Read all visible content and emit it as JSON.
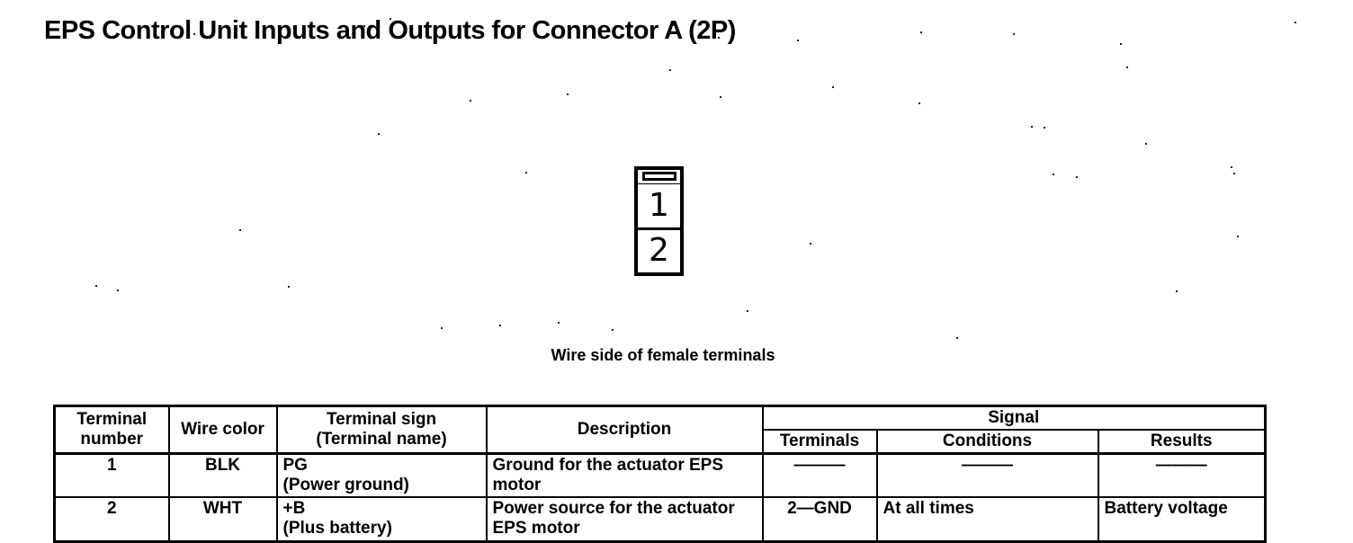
{
  "page": {
    "title": "EPS Control Unit Inputs and Outputs for Connector A (2P)"
  },
  "diagram": {
    "caption": "Wire side of female terminals",
    "connector": {
      "cavities": [
        "1",
        "2"
      ]
    }
  },
  "table": {
    "headers": {
      "terminal_number": "Terminal\nnumber",
      "wire_color": "Wire color",
      "terminal_sign": "Terminal sign\n(Terminal name)",
      "description": "Description",
      "signal": "Signal",
      "terminals": "Terminals",
      "conditions": "Conditions",
      "results": "Results"
    },
    "rows": [
      {
        "terminal_number": "1",
        "wire_color": "BLK",
        "terminal_sign": "PG\n(Power ground)",
        "description": "Ground for the actuator EPS\nmotor",
        "terminals": "———",
        "conditions": "———",
        "results": "———"
      },
      {
        "terminal_number": "2",
        "wire_color": "WHT",
        "terminal_sign": "+B\n(Plus battery)",
        "description": "Power source for the actuator\nEPS motor",
        "terminals": "2—GND",
        "conditions": "At all times",
        "results": "Battery voltage"
      }
    ]
  },
  "colors": {
    "ink": "#000000",
    "paper": "#ffffff"
  }
}
